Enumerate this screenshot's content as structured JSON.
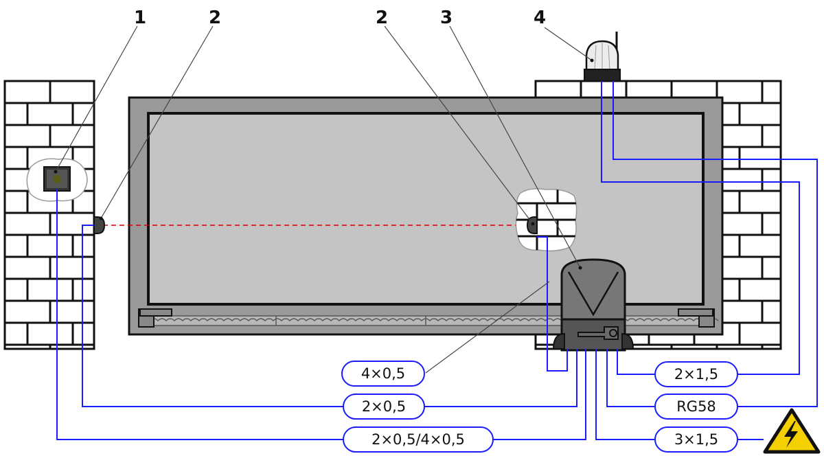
{
  "callouts": {
    "photocell_transmitter_box": "1",
    "photocell_left": "2",
    "photocell_right": "2",
    "motor": "3",
    "flashing_lamp": "4"
  },
  "cable_labels": {
    "motor_photocell": "4×0,5",
    "photocell": "2×0,5",
    "selector": "2×0,5/4×0,5",
    "lamp": "2×1,5",
    "antenna": "RG58",
    "mains": "3×1,5"
  },
  "colors": {
    "wire": "#1a1aff",
    "beam": "#cc0000",
    "brick": "#ffffff",
    "gate_frame": "#9a9a9a",
    "gate_panel": "#c4c4c4",
    "motor": "#777777",
    "warning": "#f5d000"
  },
  "icons": {
    "warning": "high-voltage-warning-icon"
  }
}
